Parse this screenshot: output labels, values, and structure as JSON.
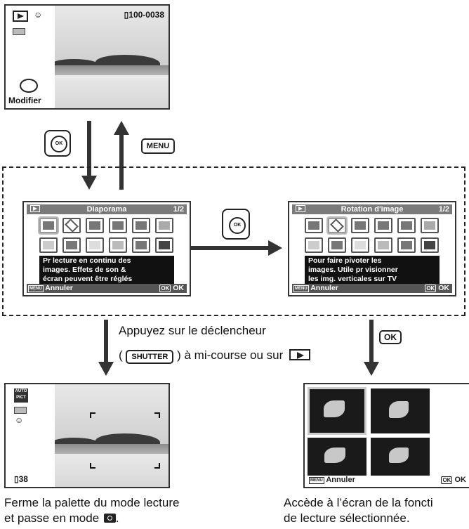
{
  "top_screen": {
    "file_number": "100-0038",
    "bottom_label": "Modifier"
  },
  "buttons": {
    "ok_circle": "OK",
    "menu": "MENU",
    "ok_tag": "OK",
    "shutter": "SHUTTER"
  },
  "menu_left": {
    "title": "Diaporama",
    "page": "1/2",
    "description": [
      "Pr lecture en continu des",
      "images. Effets de son &",
      "écran peuvent être réglés"
    ],
    "footer_left": "Annuler",
    "footer_right": "OK"
  },
  "menu_right": {
    "title": "Rotation d'image",
    "page": "1/2",
    "description": [
      "Pour faire pivoter les",
      "images. Utile pr visionner",
      "les img. verticales sur TV"
    ],
    "footer_left": "Annuler",
    "footer_right": "OK"
  },
  "instruction": {
    "line1": "Appuyez sur le déclencheur",
    "line2_prefix": "(",
    "line2_mid": ") à mi-course ou sur"
  },
  "bottom_left_screen": {
    "badge": "AUTO PICT",
    "counter": "38"
  },
  "bottom_right_screen": {
    "footer_left": "Annuler",
    "footer_right": "OK"
  },
  "captions": {
    "left": [
      "Ferme la palette du mode lecture",
      "et passe en mode"
    ],
    "right": [
      "Accède à l’écran de la foncti",
      "de lecture sélectionnée."
    ]
  },
  "icons": [
    "playback-icon",
    "face-icon",
    "battery-icon",
    "edit-icon",
    "ok-dial-icon",
    "four-way-dial-icon",
    "camera-icon"
  ]
}
